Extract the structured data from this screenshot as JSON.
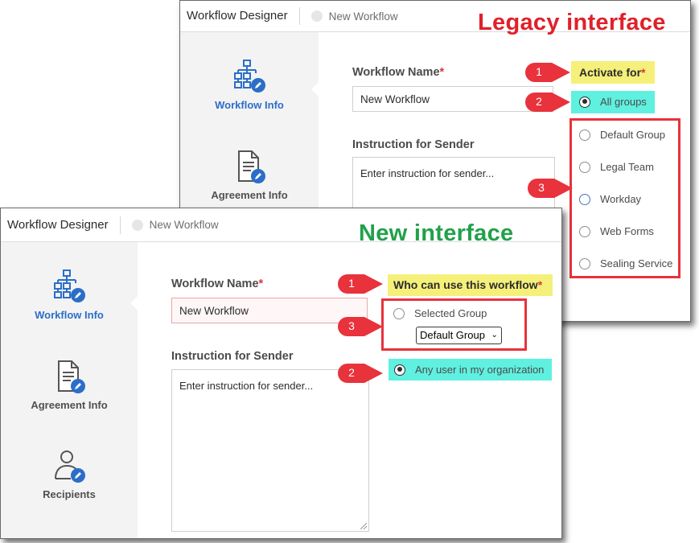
{
  "labels": {
    "legacy": "Legacy interface",
    "new": "New interface"
  },
  "colors": {
    "legacy_label": "#e0202a",
    "new_label": "#21a14a",
    "accent": "#2b6ec9",
    "marker": "#e8323c",
    "highlight_yellow": "#f5f07a",
    "highlight_cyan": "#5ff0e0"
  },
  "legacy": {
    "app_title": "Workflow Designer",
    "workflow_status": "New Workflow",
    "sidebar": [
      {
        "label": "Workflow Info",
        "icon": "workflow-diagram-icon",
        "active": true
      },
      {
        "label": "Agreement Info",
        "icon": "document-edit-icon",
        "active": false
      }
    ],
    "workflow_name_label": "Workflow Name",
    "required_mark": "*",
    "workflow_name_value": "New Workflow",
    "instruction_label": "Instruction for Sender",
    "instruction_placeholder": "Enter instruction for sender...",
    "activate_label": "Activate for",
    "all_groups": "All groups",
    "groups": [
      "Default Group",
      "Legal Team",
      "Workday",
      "Web Forms",
      "Sealing Service"
    ],
    "markers": [
      "1",
      "2",
      "3"
    ]
  },
  "new": {
    "app_title": "Workflow Designer",
    "workflow_status": "New Workflow",
    "sidebar": [
      {
        "label": "Workflow Info",
        "icon": "workflow-diagram-icon",
        "active": true
      },
      {
        "label": "Agreement Info",
        "icon": "document-edit-icon",
        "active": false
      },
      {
        "label": "Recipients",
        "icon": "recipient-person-icon",
        "active": false
      }
    ],
    "workflow_name_label": "Workflow Name",
    "required_mark": "*",
    "workflow_name_value": "New Workflow",
    "instruction_label": "Instruction for Sender",
    "instruction_placeholder": "Enter instruction for sender...",
    "who_label": "Who can use this workflow",
    "selected_group": "Selected Group",
    "group_select_value": "Default Group",
    "any_user": "Any user in my organization",
    "markers": [
      "1",
      "2",
      "3"
    ]
  }
}
